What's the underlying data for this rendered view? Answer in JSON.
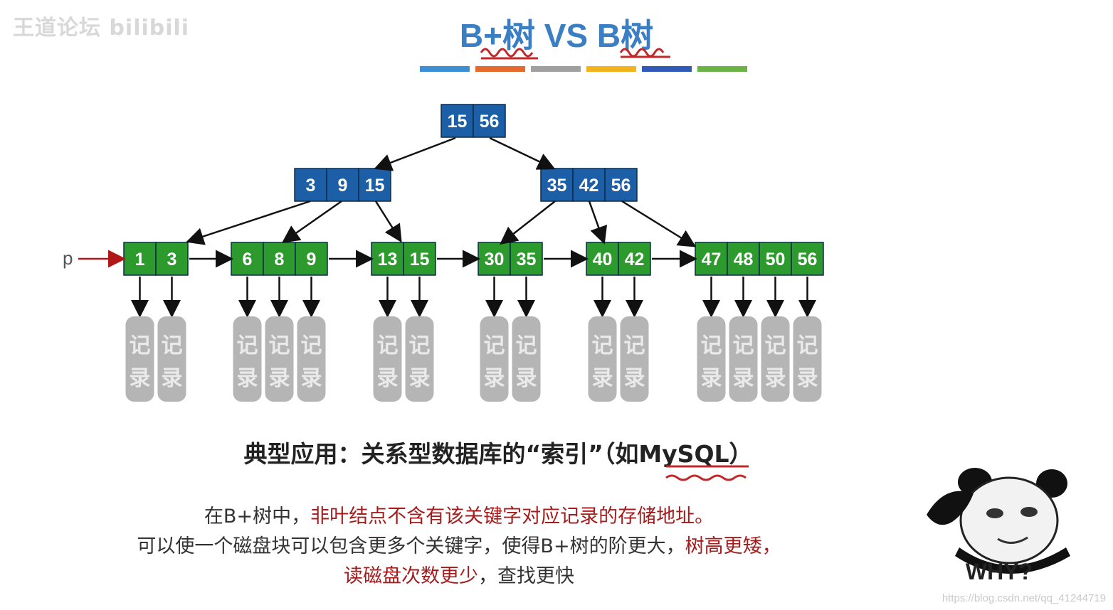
{
  "watermark": {
    "top_left": "王道论坛 bilibili",
    "bottom_right": "https://blog.csdn.net/qq_41244719"
  },
  "title": "B+树 VS B树",
  "color_bar": [
    "#3d8fd4",
    "#e56a2c",
    "#a0a0a0",
    "#f2b31c",
    "#2f5ab7",
    "#6bb344"
  ],
  "tree": {
    "root": [
      "15",
      "56"
    ],
    "level2": [
      [
        "3",
        "9",
        "15"
      ],
      [
        "35",
        "42",
        "56"
      ]
    ],
    "leaves": [
      [
        "1",
        "3"
      ],
      [
        "6",
        "8",
        "9"
      ],
      [
        "13",
        "15"
      ],
      [
        "30",
        "35"
      ],
      [
        "40",
        "42"
      ],
      [
        "47",
        "48",
        "50",
        "56"
      ]
    ],
    "pointer_label": "p",
    "record_label": [
      "记",
      "录"
    ]
  },
  "application": "典型应用：关系型数据库的“索引”（如MySQL）",
  "desc": {
    "line1_prefix": "在B+树中，",
    "line1_red": "非叶结点不含有该关键字对应记录的存储地址。",
    "line2_prefix": "可以使一个磁盘块可以包含更多个关键字，使得B+树的阶更大，",
    "line2_red": "树高更矮，",
    "line3_red": "读磁盘次数更少",
    "line3_suffix": "，查找更快"
  },
  "meme_caption": "WHY?",
  "colors": {
    "blue_node": "#1c5fa6",
    "green_node": "#2d9a2d",
    "record": "#b5b5b5",
    "red_arrow": "#b01818"
  }
}
